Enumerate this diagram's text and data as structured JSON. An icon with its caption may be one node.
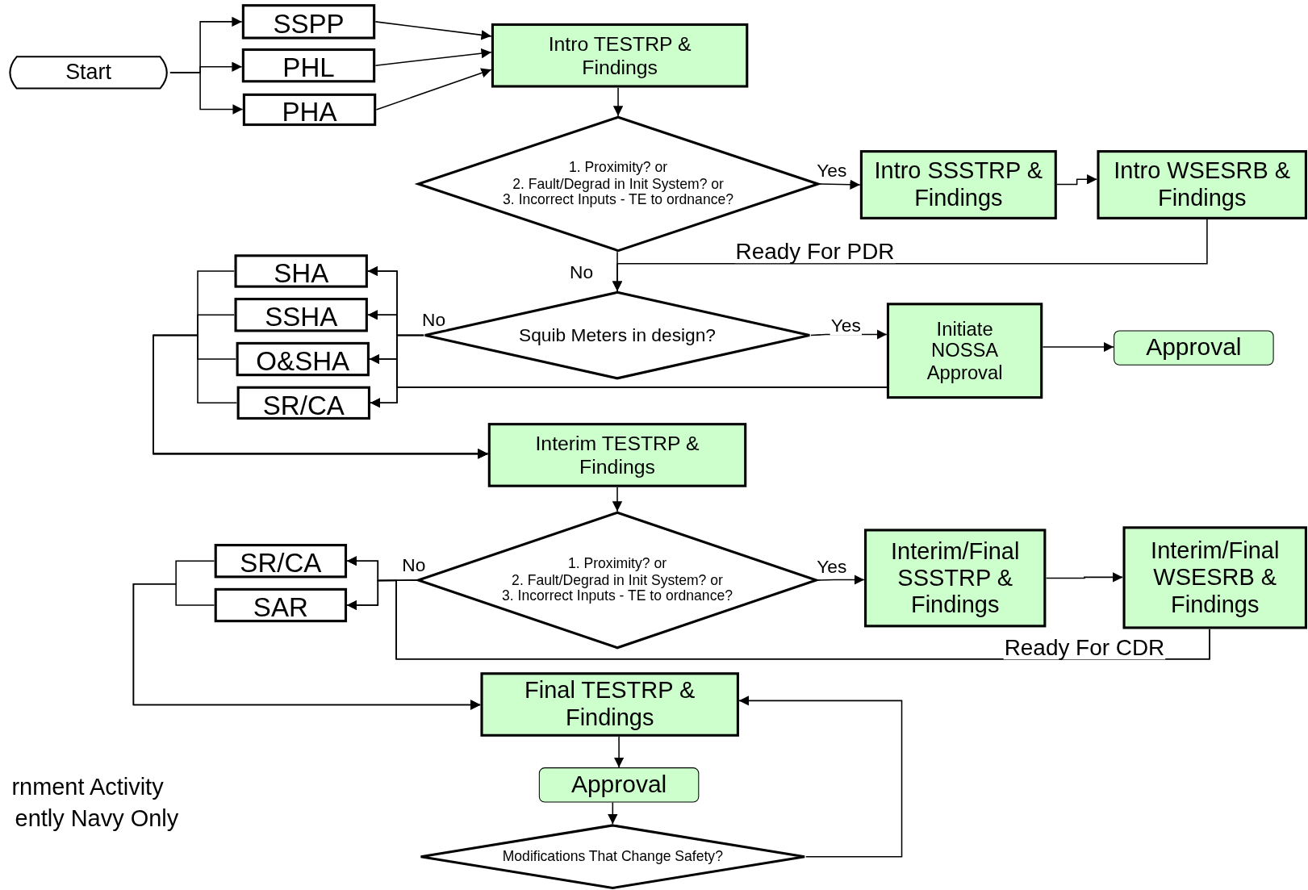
{
  "diagram": {
    "nodes": [
      {
        "text": [
          "Start"
        ]
      },
      {
        "text": [
          "SSPP"
        ]
      },
      {
        "text": [
          "PHL"
        ]
      },
      {
        "text": [
          "PHA"
        ]
      },
      {
        "text": [
          "Intro TESTRP & Findings"
        ]
      },
      {
        "text": [
          "1. Proximity? or",
          "2.  Fault/Degrad in Init System? or",
          "3. Incorrect Inputs - TE to ordnance?"
        ]
      },
      {
        "text": [
          "Intro SSSTRP & Findings"
        ]
      },
      {
        "text": [
          "Intro WSESRB & Findings"
        ]
      },
      {
        "text": [
          "SHA"
        ]
      },
      {
        "text": [
          "SSHA"
        ]
      },
      {
        "text": [
          "O&SHA"
        ]
      },
      {
        "text": [
          "SR/CA"
        ]
      },
      {
        "text": [
          "Squib Meters in design?"
        ]
      },
      {
        "text": [
          "Initiate NOSSA Approval"
        ]
      },
      {
        "text": [
          "Approval"
        ]
      },
      {
        "text": [
          "Interim TESTRP & Findings"
        ]
      },
      {
        "text": [
          "SR/CA"
        ]
      },
      {
        "text": [
          "SAR"
        ]
      },
      {
        "text": [
          "1. Proximity? or",
          "2.  Fault/Degrad in Init System? or",
          "3. Incorrect Inputs - TE to ordnance?"
        ]
      },
      {
        "text": [
          "Interim/Final SSSTRP & Findings"
        ]
      },
      {
        "text": [
          "Interim/Final WSESRB & Findings"
        ]
      },
      {
        "text": [
          "Final TESTRP & Findings"
        ]
      },
      {
        "text": [
          "Approval"
        ]
      },
      {
        "text": [
          "Modifications That Change Safety?"
        ]
      }
    ],
    "edges": [
      {
        "from": 0,
        "to": 1,
        "arrow": "to"
      },
      {
        "from": 0,
        "to": 2,
        "arrow": "to"
      },
      {
        "from": 0,
        "to": 3,
        "arrow": "to"
      },
      {
        "from": 1,
        "to": 4,
        "arrow": "to"
      },
      {
        "from": 2,
        "to": 4,
        "arrow": "to"
      },
      {
        "from": 3,
        "to": 4,
        "arrow": "to"
      },
      {
        "from": 4,
        "to": 5,
        "arrow": "to"
      },
      {
        "from": 5,
        "to": 6,
        "arrow": "to",
        "label": "Yes"
      },
      {
        "from": 6,
        "to": 7,
        "arrow": "to"
      },
      {
        "from": 7,
        "to": 12,
        "arrow": "to",
        "label": "Ready For PDR"
      },
      {
        "from": 5,
        "to": 12,
        "arrow": "to",
        "label": "No"
      },
      {
        "from": 12,
        "to": 8,
        "arrow": "to",
        "label": "No"
      },
      {
        "from": 12,
        "to": 9,
        "arrow": "to"
      },
      {
        "from": 12,
        "to": 10,
        "arrow": "to"
      },
      {
        "from": 12,
        "to": 11,
        "arrow": "to"
      },
      {
        "from": 12,
        "to": 13,
        "arrow": "to",
        "label": "Yes"
      },
      {
        "from": 13,
        "to": 8,
        "arrow": "to"
      },
      {
        "from": 13,
        "to": 9,
        "arrow": "to"
      },
      {
        "from": 13,
        "to": 10,
        "arrow": "to"
      },
      {
        "from": 13,
        "to": 11,
        "arrow": "to"
      },
      {
        "from": 13,
        "to": 14,
        "arrow": "to"
      },
      {
        "from": 8,
        "to": 15,
        "arrow": "to"
      },
      {
        "from": 9,
        "to": 15,
        "arrow": "to"
      },
      {
        "from": 10,
        "to": 15,
        "arrow": "to"
      },
      {
        "from": 11,
        "to": 15,
        "arrow": "to"
      },
      {
        "from": 15,
        "to": 18,
        "arrow": "to"
      },
      {
        "from": 18,
        "to": 16,
        "arrow": "to",
        "label": "No"
      },
      {
        "from": 18,
        "to": 17,
        "arrow": "to"
      },
      {
        "from": 18,
        "to": 19,
        "arrow": "to",
        "label": "Yes"
      },
      {
        "from": 19,
        "to": 20,
        "arrow": "to"
      },
      {
        "from": 20,
        "to": 16,
        "arrow": "to",
        "label": "Ready For CDR"
      },
      {
        "from": 20,
        "to": 17,
        "arrow": "to"
      },
      {
        "from": 16,
        "to": 21,
        "arrow": "to"
      },
      {
        "from": 17,
        "to": 21,
        "arrow": "to"
      },
      {
        "from": 21,
        "to": 22,
        "arrow": "to"
      },
      {
        "from": 22,
        "to": 23,
        "arrow": "to"
      },
      {
        "from": 23,
        "to": 21,
        "arrow": "to"
      }
    ],
    "labels": [
      "rnment Activity",
      "ently Navy Only"
    ]
  }
}
